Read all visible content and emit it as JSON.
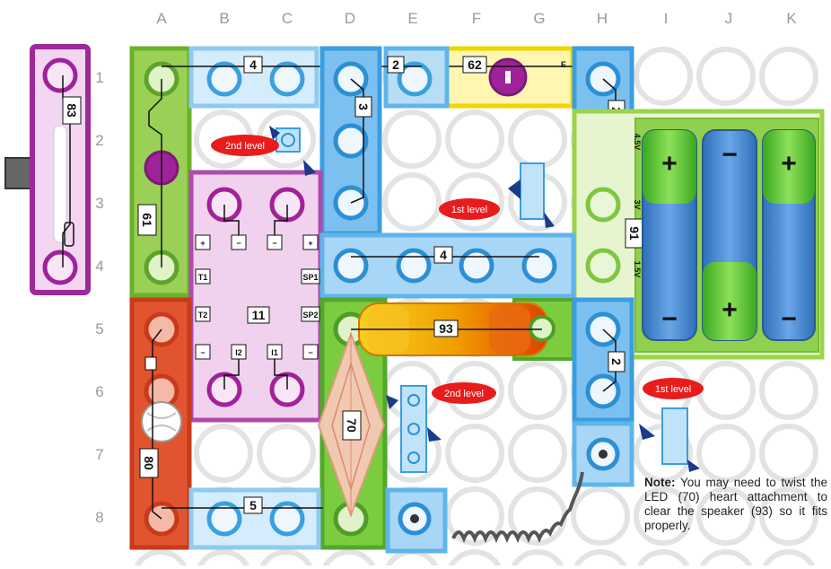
{
  "columns": [
    "A",
    "B",
    "C",
    "D",
    "E",
    "F",
    "G",
    "H",
    "I",
    "J",
    "K"
  ],
  "rows": [
    "1",
    "2",
    "3",
    "4",
    "5",
    "6",
    "7",
    "8"
  ],
  "parts": {
    "slide_switch": "83",
    "press_switch": "61",
    "wire_a1_c1": "4",
    "wire_d1_d3": "3",
    "wire_e1_f1": "2",
    "lamp": "62",
    "lamp_tag": "E",
    "wire_h1_h2": "2",
    "battery": "91",
    "battery_v_top": "4.5V",
    "battery_v_mid": "3V",
    "battery_v_bot": "1.5V",
    "ic": "11",
    "ic_plus": "+",
    "ic_minus": "−",
    "ic_t1": "T1",
    "ic_t2": "T2",
    "ic_sp1": "SP1",
    "ic_sp2": "SP2",
    "ic_i2": "I2",
    "ic_i1": "I1",
    "wire_d4_g4": "4",
    "speaker": "93",
    "wire_h5_h6": "2",
    "led": "70",
    "motor": "80",
    "wire_a8_c8": "5",
    "bat_plus": "+",
    "bat_minus": "−"
  },
  "levels": {
    "l1": "2nd level",
    "l2": "1st level",
    "l3": "2nd level",
    "l4": "1st level"
  },
  "note": {
    "bold": "Note:",
    "text": " You may need to twist the LED (70) heart attachment  to clear the speaker (93) so it fits properly."
  }
}
